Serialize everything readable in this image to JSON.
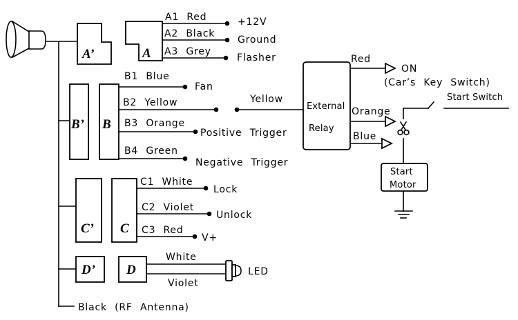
{
  "speaker": {
    "icon": "siren-speaker-icon"
  },
  "a_prime": {
    "label": "A’"
  },
  "a": {
    "label": "A",
    "wires": [
      {
        "pin": "A1 Red",
        "terminal": "+12V"
      },
      {
        "pin": "A2 Black",
        "terminal": "Ground"
      },
      {
        "pin": "A3 Grey",
        "terminal": "Flasher"
      }
    ]
  },
  "b_prime": {
    "label": "B’"
  },
  "b": {
    "label": "B",
    "wires": [
      {
        "pin": "B1 Blue",
        "terminal": "Fan"
      },
      {
        "pin": "B2 Yellow",
        "terminal": ""
      },
      {
        "pin": "B3 Orange",
        "terminal": "Positive Trigger"
      },
      {
        "pin": "B4 Green",
        "terminal": "Negative Trigger"
      }
    ]
  },
  "yellow_link": {
    "label": "Yellow"
  },
  "relay": {
    "line1": "External",
    "line2": "Relay",
    "outputs": [
      {
        "wire": "Red",
        "target": "ON",
        "note": "(Car’s Key Switch)"
      },
      {
        "wire": "Orange"
      },
      {
        "wire": "Blue"
      }
    ]
  },
  "start_switch": {
    "label": "Start Switch"
  },
  "start_motor": {
    "line1": "Start",
    "line2": "Motor"
  },
  "c_prime": {
    "label": "C’"
  },
  "c": {
    "label": "C",
    "wires": [
      {
        "pin": "C1 White",
        "terminal": "Lock"
      },
      {
        "pin": "C2 Violet",
        "terminal": "Unlock"
      },
      {
        "pin": "C3 Red",
        "terminal": "V+"
      }
    ]
  },
  "d_prime": {
    "label": "D’"
  },
  "d": {
    "label": "D",
    "wires": [
      {
        "wire": "White"
      },
      {
        "wire": "Violet"
      }
    ],
    "terminal": "LED"
  },
  "antenna": {
    "label": "Black (RF Antenna)"
  }
}
